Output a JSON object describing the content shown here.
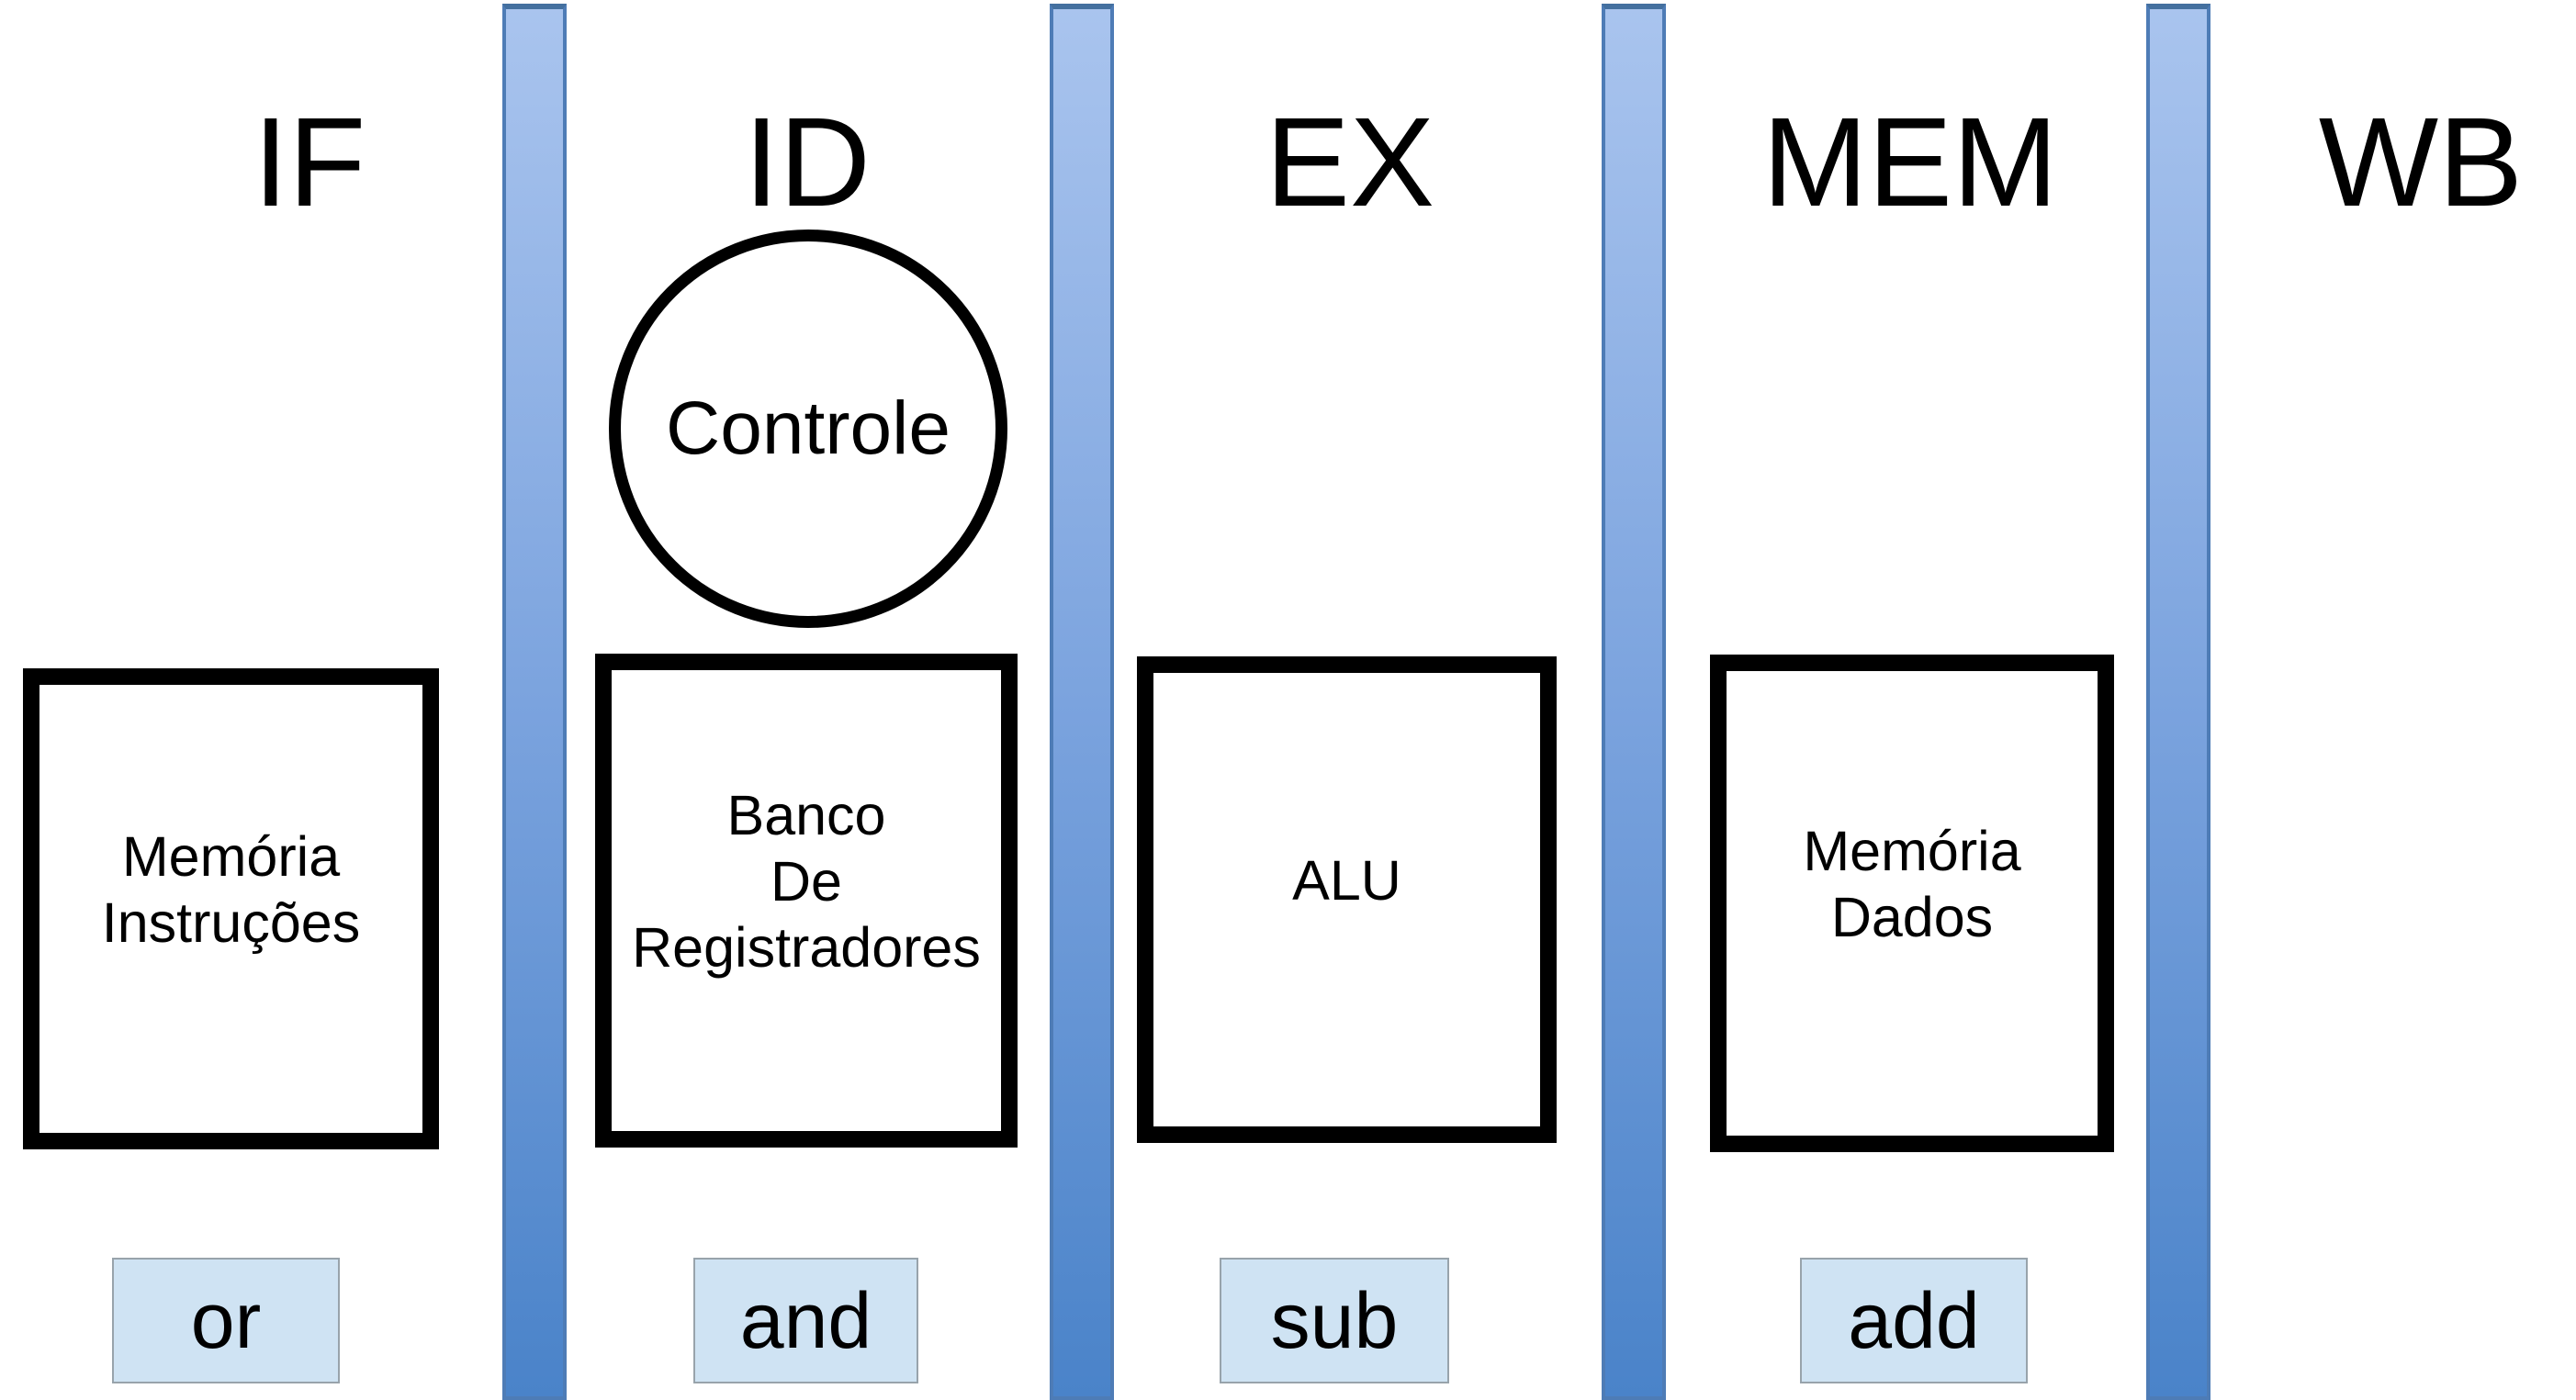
{
  "colors": {
    "background": "#ffffff",
    "text": "#000000",
    "box-border": "#000000",
    "bar-top": "#a9c4ee",
    "bar-mid": "#7ba3de",
    "bar-bottom": "#4a83c9",
    "bar-border": "#4e7cb6",
    "bar-border-dark": "#44709f",
    "chip-fill": "#cfe3f3",
    "chip-border": "#98a3ab"
  },
  "pipeline": {
    "stages": [
      {
        "label": "IF"
      },
      {
        "label": "ID"
      },
      {
        "label": "EX"
      },
      {
        "label": "MEM"
      },
      {
        "label": "WB"
      }
    ],
    "control_unit": {
      "label": "Controle"
    },
    "units": [
      {
        "id": "instruction-memory",
        "lines": [
          "Memória",
          "Instruções"
        ]
      },
      {
        "id": "register-file",
        "lines": [
          "Banco",
          "De",
          "Registradores"
        ]
      },
      {
        "id": "alu",
        "lines": [
          "ALU"
        ]
      },
      {
        "id": "data-memory",
        "lines": [
          "Memória",
          "Dados"
        ]
      }
    ],
    "instructions": [
      {
        "label": "or"
      },
      {
        "label": "and"
      },
      {
        "label": "sub"
      },
      {
        "label": "add"
      }
    ]
  }
}
